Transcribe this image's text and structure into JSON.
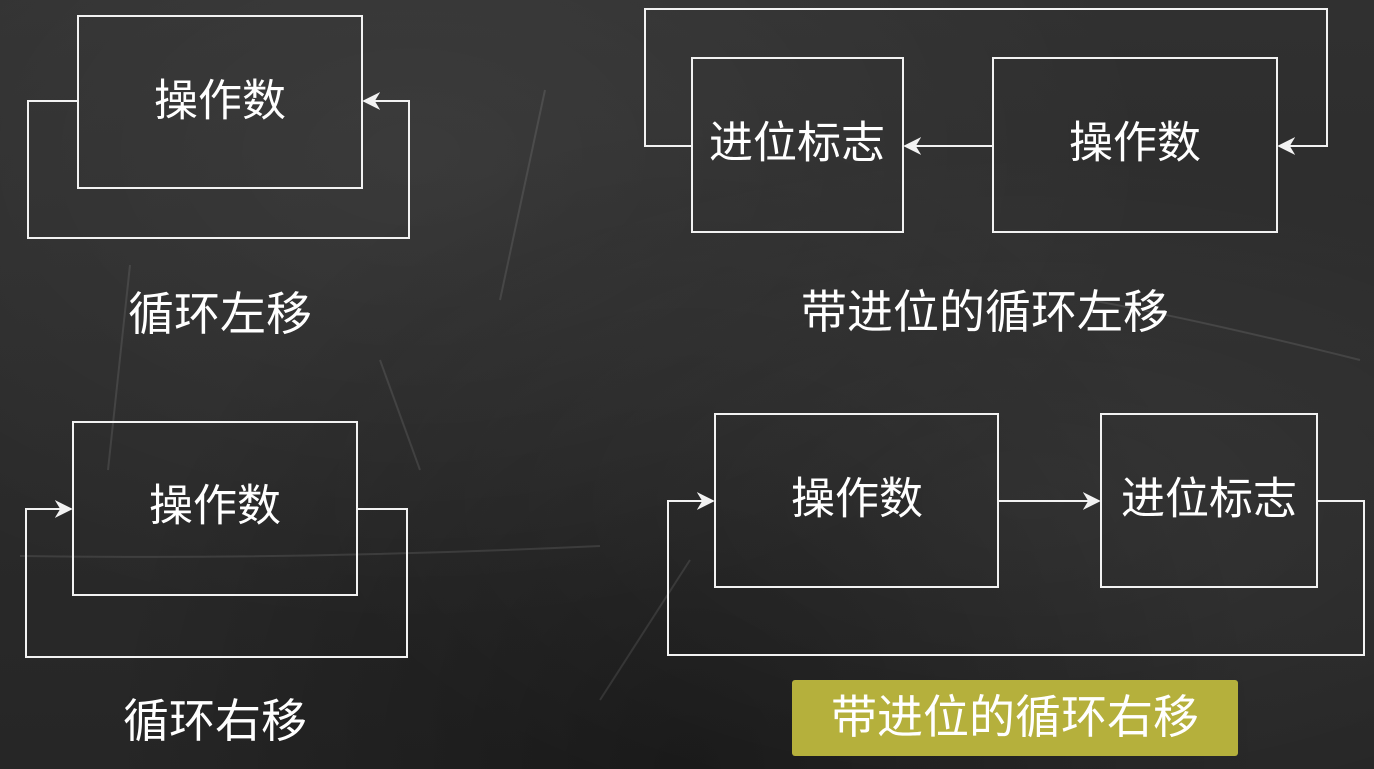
{
  "diagrams": {
    "rotate_left": {
      "operand_label": "操作数",
      "caption": "循环左移"
    },
    "rotate_left_carry": {
      "carry_label": "进位标志",
      "operand_label": "操作数",
      "caption": "带进位的循环左移"
    },
    "rotate_right": {
      "operand_label": "操作数",
      "caption": "循环右移"
    },
    "rotate_right_carry": {
      "operand_label": "操作数",
      "carry_label": "进位标志",
      "caption": "带进位的循环右移"
    }
  },
  "colors": {
    "chalk": "#f2f2f2",
    "highlight": "#b5b03c",
    "board": "#2b2b2b"
  }
}
